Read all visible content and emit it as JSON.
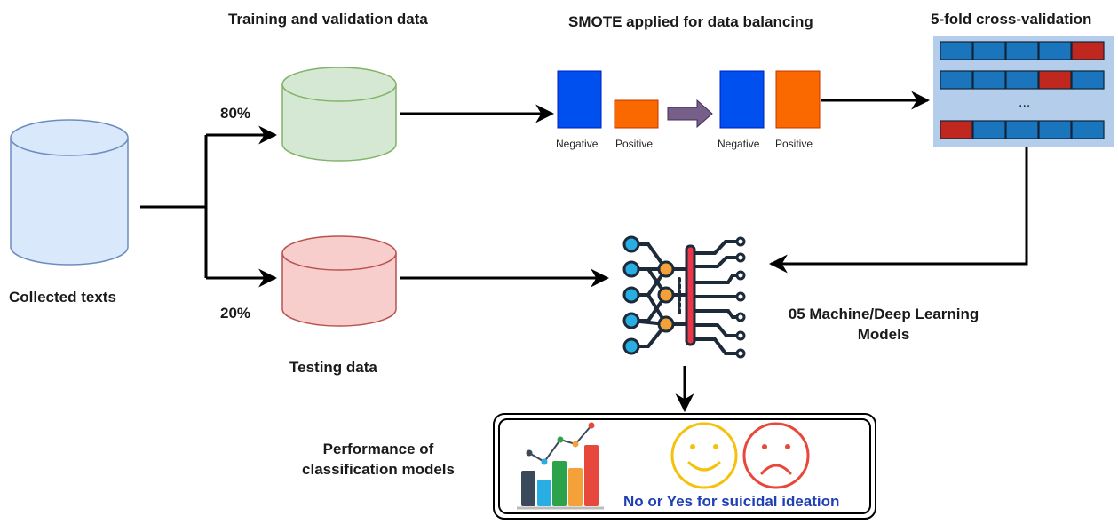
{
  "labels": {
    "collected": "Collected texts",
    "training": "Training and validation data",
    "testing": "Testing data",
    "pct80": "80%",
    "pct20": "20%",
    "smote": "SMOTE applied for data balancing",
    "crossval": "5-fold cross-validation",
    "models_line1": "05 Machine/Deep Learning",
    "models_line2": "Models",
    "perf_line1": "Performance of",
    "perf_line2": "classification models",
    "outcome": "No or Yes for suicidal ideation",
    "neg1": "Negative",
    "pos1": "Positive",
    "neg2": "Negative",
    "pos2": "Positive",
    "ellipsis": "..."
  },
  "colors": {
    "collected_fill": "#dae8fc",
    "collected_stroke": "#6c8ebf",
    "training_fill": "#d5e8d4",
    "training_stroke": "#82b366",
    "testing_fill": "#f8cecc",
    "testing_stroke": "#b85450",
    "negative_bar": "#0050ef",
    "positive_bar": "#fa6800",
    "fold_panel": "#b4cdea",
    "fold_train": "#1b75bc",
    "fold_val": "#c0271f",
    "smile_face": "#f4c20d",
    "sad_face": "#e8473b",
    "outcome_text": "#1f3fb5"
  },
  "cross_validation": {
    "folds": [
      [
        0,
        0,
        0,
        0,
        1
      ],
      [
        0,
        0,
        0,
        1,
        0
      ],
      [
        1,
        0,
        0,
        0,
        0
      ]
    ]
  },
  "icons": [
    "database-icon",
    "neural-network-icon",
    "bar-chart-icon",
    "smiley-face-icon",
    "sad-face-icon",
    "arrow-right-icon"
  ]
}
